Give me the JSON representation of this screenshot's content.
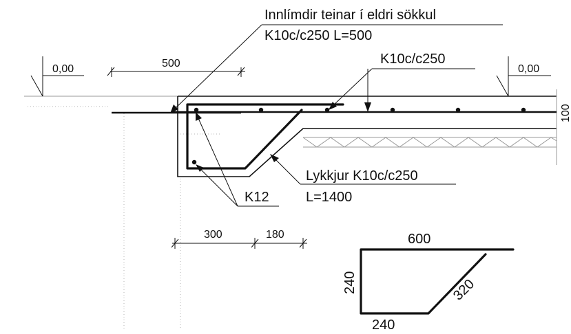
{
  "labels": {
    "old_rebar_line1": "Innlímdir teinar í eldri sökkul",
    "old_rebar_line2": "K10c/c250 L=500",
    "top_rebar": "K10c/c250",
    "loop_line1": "Lykkjur K10c/c250",
    "loop_line2": "L=1400",
    "corner_bars": "K12",
    "level_left": "0,00",
    "level_right": "0,00",
    "edge_dim": "100"
  },
  "dimensions": {
    "anchor_length": "500",
    "width_a": "300",
    "width_b": "180"
  },
  "bar_shape": {
    "top": "600",
    "left": "240",
    "bottom": "240",
    "diagonal": "320"
  },
  "colors": {
    "ink": "#111111",
    "hatch": "#9a9a9a"
  }
}
